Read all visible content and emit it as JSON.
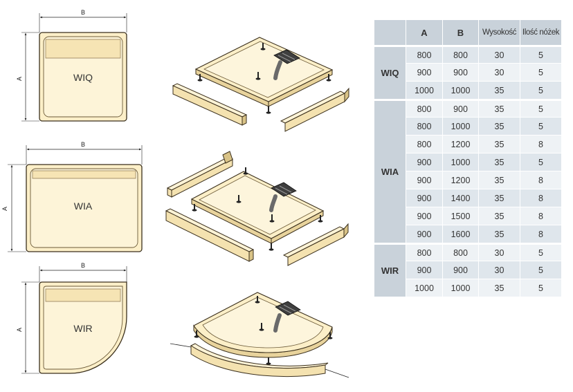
{
  "top_views": [
    {
      "model": "WIQ",
      "dim_a": "A",
      "dim_b": "B"
    },
    {
      "model": "WIA",
      "dim_a": "A",
      "dim_b": "B"
    },
    {
      "model": "WIR",
      "dim_a": "A",
      "dim_b": "B"
    }
  ],
  "table": {
    "headers": [
      "A",
      "B",
      "Wysokość",
      "Ilość nóżek"
    ],
    "groups": [
      {
        "name": "WIQ",
        "rows": [
          [
            "800",
            "800",
            "30",
            "5"
          ],
          [
            "900",
            "900",
            "30",
            "5"
          ],
          [
            "1000",
            "1000",
            "35",
            "5"
          ]
        ]
      },
      {
        "name": "WIA",
        "rows": [
          [
            "800",
            "900",
            "35",
            "5"
          ],
          [
            "800",
            "1000",
            "35",
            "5"
          ],
          [
            "800",
            "1200",
            "35",
            "8"
          ],
          [
            "900",
            "1000",
            "35",
            "5"
          ],
          [
            "900",
            "1200",
            "35",
            "8"
          ],
          [
            "900",
            "1400",
            "35",
            "8"
          ],
          [
            "900",
            "1500",
            "35",
            "8"
          ],
          [
            "900",
            "1600",
            "35",
            "8"
          ]
        ]
      },
      {
        "name": "WIR",
        "rows": [
          [
            "800",
            "800",
            "30",
            "5"
          ],
          [
            "900",
            "900",
            "30",
            "5"
          ],
          [
            "1000",
            "1000",
            "35",
            "5"
          ]
        ]
      }
    ]
  },
  "colors": {
    "tray_fill": "#fcefc8",
    "outline": "#3a2f1c",
    "table_header": "#c9d2da",
    "row_a": "#dfe6ec",
    "row_b": "#eef2f5"
  }
}
